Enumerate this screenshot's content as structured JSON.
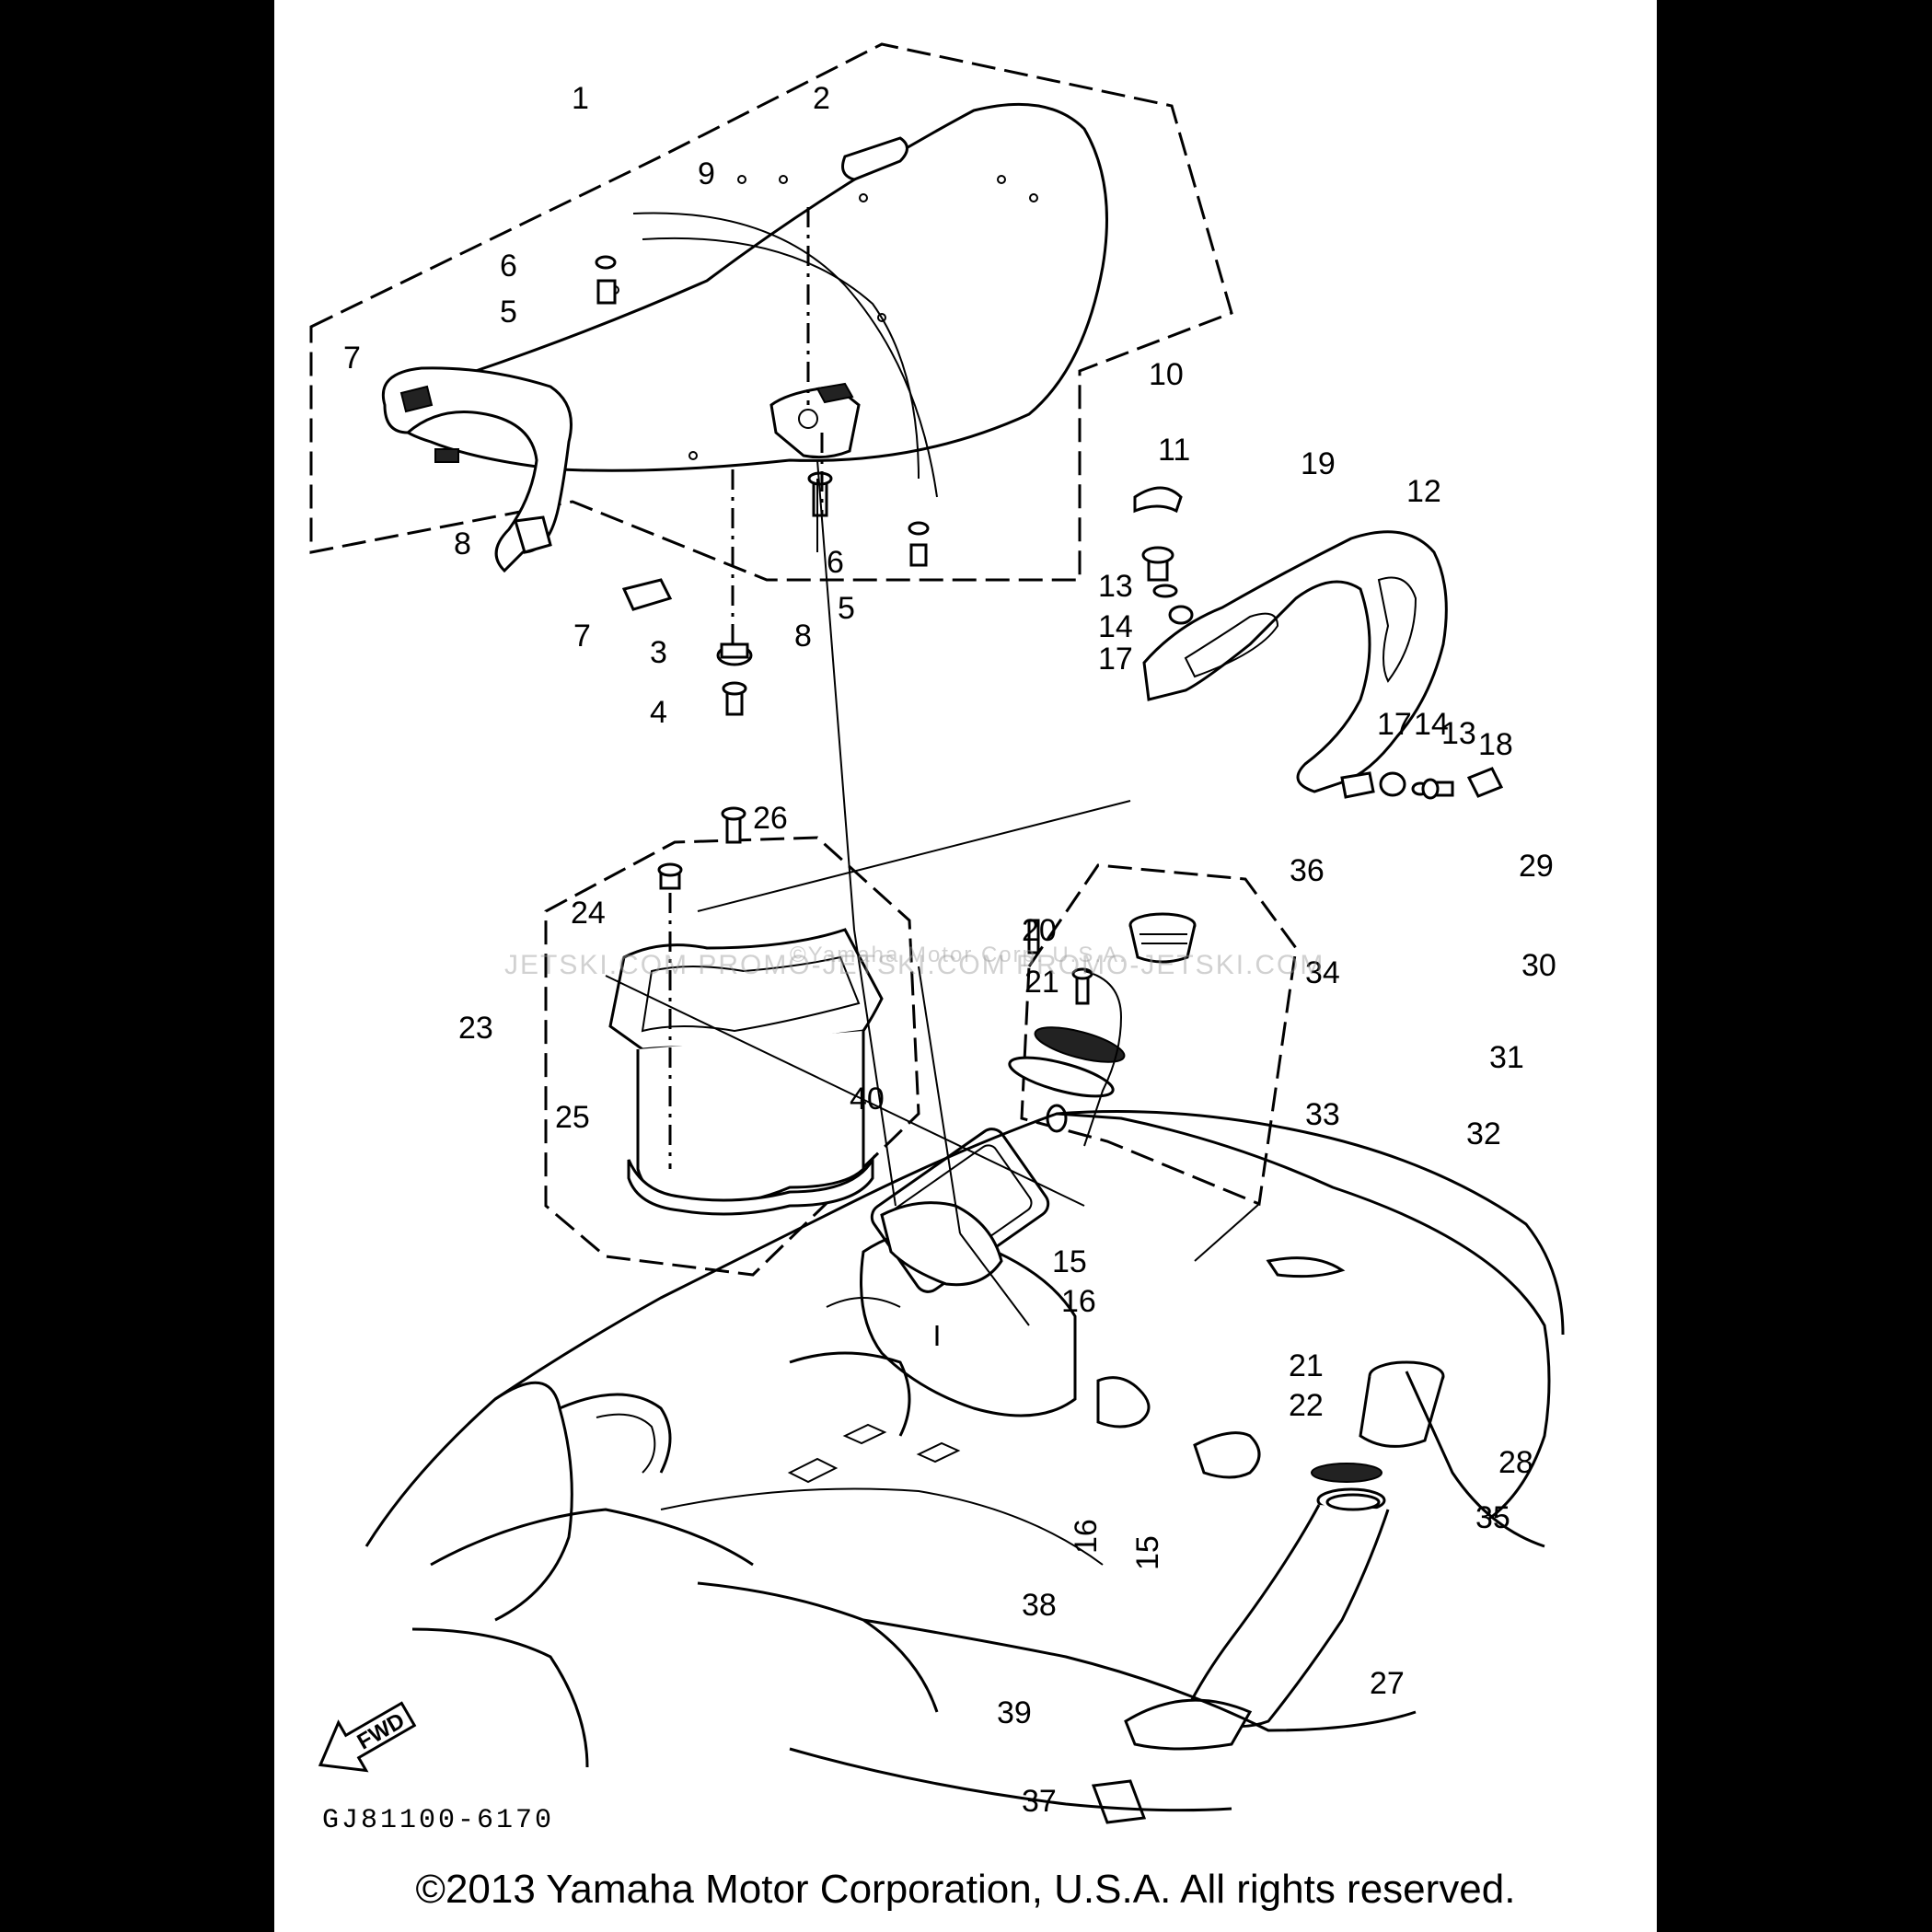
{
  "diagram": {
    "callouts": [
      "1",
      "2",
      "3",
      "4",
      "5",
      "6",
      "7",
      "8",
      "9",
      "10",
      "11",
      "12",
      "13",
      "14",
      "15",
      "16",
      "17",
      "18",
      "19",
      "20",
      "21",
      "22",
      "23",
      "24",
      "25",
      "26",
      "27",
      "28",
      "29",
      "30",
      "31",
      "32",
      "33",
      "34",
      "35",
      "36",
      "37",
      "38",
      "39",
      "40"
    ],
    "part_code": "GJ81100-6170",
    "fwd_label": "FWD",
    "watermark": "JETSKI.COM PROMO-JETSKI.COM PROMO-JETSKI.COM",
    "watermark_overlay": "©Yamaha Motor Corp. U.S.A."
  },
  "footer": {
    "copyright": "©2013 Yamaha Motor Corporation, U.S.A. All rights reserved."
  }
}
